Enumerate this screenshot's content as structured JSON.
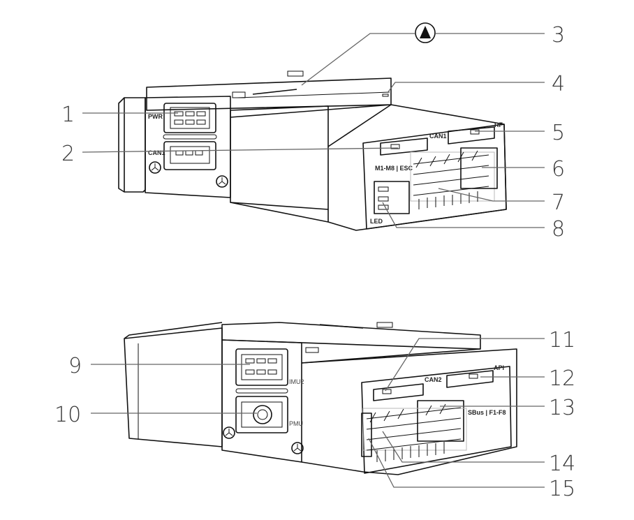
{
  "callouts_top": [
    "1",
    "2",
    "3",
    "4",
    "5",
    "6",
    "7",
    "8"
  ],
  "callouts_bottom": [
    "9",
    "10",
    "11",
    "12",
    "13",
    "14",
    "15"
  ],
  "port_labels_top": {
    "pwr": "PWR",
    "can1_left": "CAN1",
    "can1": "CAN1",
    "rf": "RF",
    "m1m8_esc": "M1-M8 | ESC",
    "led": "LED"
  },
  "port_labels_bottom": {
    "imu2": "IMU2",
    "pmu": "PMU",
    "can2": "CAN2",
    "api": "API",
    "sbus_f1f8": "SBus | F1-F8"
  },
  "colors": {
    "outline": "#111111",
    "leader": "#666666",
    "callout_text": "#3a3a3a",
    "background": "#ffffff"
  },
  "icons": {
    "compass_arrow": "triangle-up-in-circle",
    "mounting_screw": "screw-head-icon"
  }
}
